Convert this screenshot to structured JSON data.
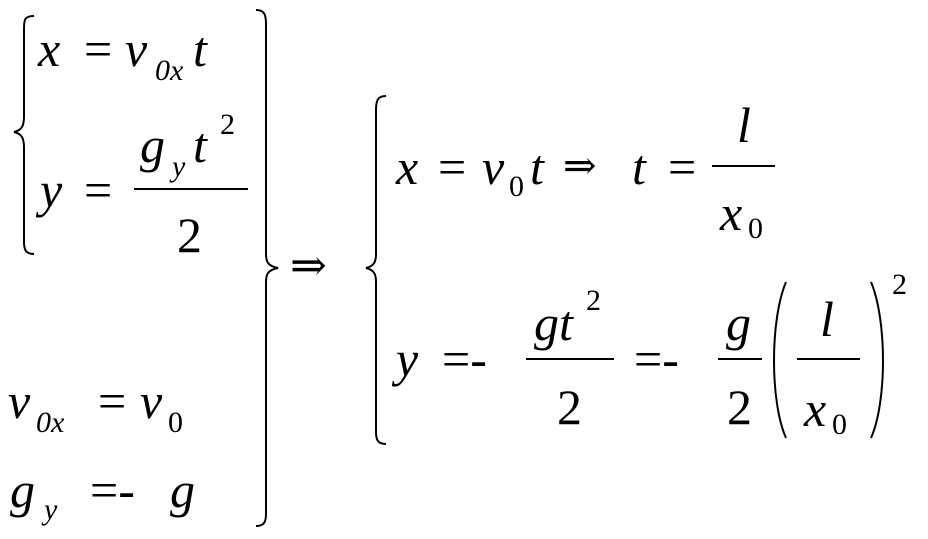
{
  "left_system": {
    "eq1": {
      "x": "x",
      "eq": "=",
      "v": "v",
      "sub": "0x",
      "t": "t"
    },
    "eq2": {
      "y": "y",
      "eq": "=",
      "g": "g",
      "g_sub": "y",
      "t": "t",
      "exp": "2",
      "den": "2"
    }
  },
  "conditions": {
    "c1": {
      "v": "v",
      "sub": "0x",
      "eq": "=",
      "v0": "v",
      "v0_sub": "0"
    },
    "c2": {
      "g": "g",
      "sub": "y",
      "eq": "=-",
      "rhs": "g"
    }
  },
  "implies": "⇒",
  "right_system": {
    "eq1": {
      "x": "x",
      "eq": "=",
      "v": "v",
      "sub": "0",
      "t": "t",
      "arrow": "⇒",
      "t2": "t",
      "eq2": "=",
      "num": "l",
      "den": "x",
      "den_sub": "0"
    },
    "eq2": {
      "y": "y",
      "eq": "=-",
      "num1": "gt",
      "exp1": "2",
      "den1": "2",
      "eq2": "=-",
      "num2": "g",
      "den2": "2",
      "inner_num": "l",
      "inner_den": "x",
      "inner_den_sub": "0",
      "exp2": "2"
    }
  }
}
